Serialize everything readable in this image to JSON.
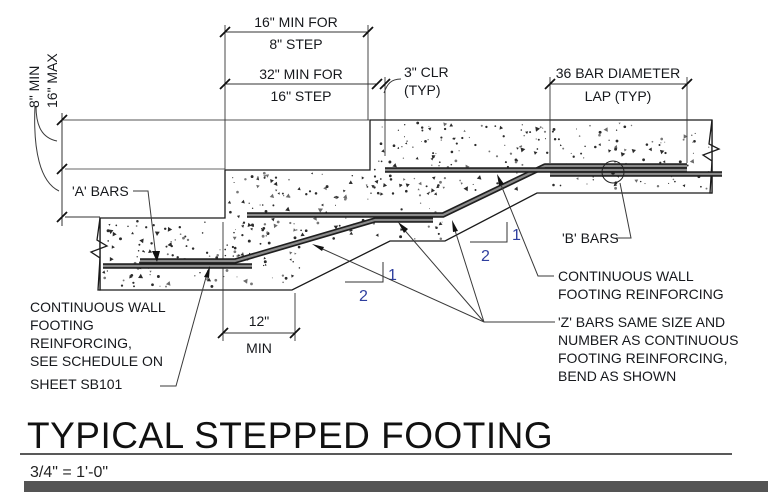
{
  "drawing": {
    "title": "TYPICAL STEPPED FOOTING",
    "scale": "3/4\" = 1'-0\""
  },
  "dimensions": {
    "step_height": {
      "line1": "8\" MIN",
      "line2": "16\" MAX"
    },
    "run_for_8_step": {
      "line1": "16\" MIN FOR",
      "line2": "8\" STEP"
    },
    "run_for_16_step": {
      "line1": "32\" MIN FOR",
      "line2": "16\" STEP"
    },
    "clear_cover": {
      "line1": "3\" CLR",
      "line2": "(TYP)"
    },
    "lap_length": {
      "line1": "36 BAR DIAMETER",
      "line2": "LAP (TYP)"
    },
    "bottom_run": {
      "line1": "12\"",
      "line2": "MIN"
    }
  },
  "labels": {
    "a_bars": "'A' BARS",
    "b_bars": "'B' BARS",
    "continuous_right": [
      "CONTINUOUS WALL",
      "FOOTING REINFORCING"
    ],
    "continuous_left": [
      "CONTINUOUS WALL",
      "FOOTING",
      "REINFORCING,",
      "SEE SCHEDULE ON",
      "SHEET SB101"
    ],
    "z_bars_note": [
      "'Z' BARS SAME SIZE AND",
      "NUMBER AS CONTINUOUS",
      "FOOTING REINFORCING,",
      "BEND AS SHOWN"
    ]
  },
  "slope_indicator": {
    "rise": "1",
    "run": "2"
  },
  "colors": {
    "line": "#1a1a1a",
    "rebar_core": "#8a8a8a",
    "rebar_edge": "#1f1f1f",
    "slope_digit": "#2e3e9e",
    "divider_band": "#545454",
    "background": "#ffffff"
  }
}
